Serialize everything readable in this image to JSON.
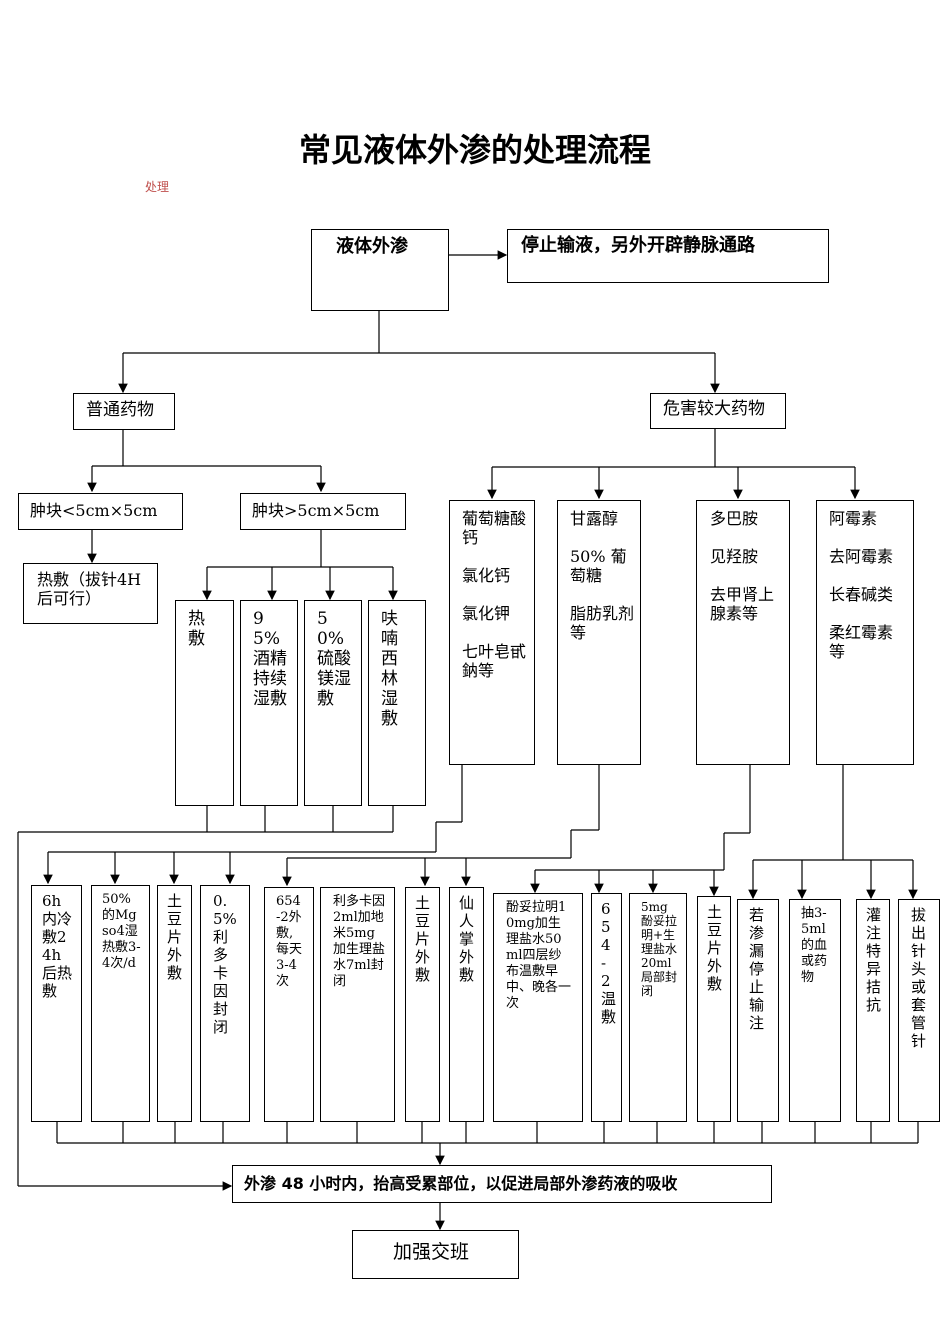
{
  "title": "常见液体外渗的处理流程",
  "annotation": "处理",
  "root": "液体外渗",
  "stop": "停止输液，另外开辟静脉通路",
  "ordinary": "普通药物",
  "hazard": "危害较大药物",
  "small_lump": "肿块<5cm×5cm",
  "large_lump": "肿块>5cm×5cm",
  "hot": "热敷（拔针4H后可行）",
  "large_items": [
    "热敷",
    "95%酒精持续湿敷",
    "50%硫酸镁湿敷",
    "呋喃西林湿敷"
  ],
  "drug_groups": [
    "葡萄糖酸钙\n\n氯化钙\n\n氯化钾\n\n七叶皂甙鈉等",
    "甘露醇\n\n50% 葡萄糖\n\n脂肪乳剂等",
    "多巴胺\n\n见羟胺\n\n去甲肾上腺素等",
    "阿霉素\n\n去阿霉素\n\n长春碱类\n\n柔红霉素等"
  ],
  "treatments": [
    "6h内冷敷24h后热敷",
    "50%的Mgso4湿热敷3-4次/d",
    "土豆片外敷",
    "0.5%利多卡因封闭",
    "654-2外敷,每天3-4次",
    "利多卡因2ml加地米5mg加生理盐水7ml封闭",
    "土豆片外敷",
    "仙人掌外敷",
    "酚妥拉明10mg加生理盐水50ml四层纱布温敷早中、晚各一次",
    "654-2温敷",
    "5mg酚妥拉明+生理盐水20ml局部封闭",
    "土豆片外敷",
    "若渗漏停止输注",
    "抽3-5ml的血或药物",
    "灌注特异拮抗",
    "拔出针头或套管针"
  ],
  "elevate": "外渗 48 小时内，抬高受累部位，以促进局部外渗药液的吸收",
  "handover": "加强交班"
}
